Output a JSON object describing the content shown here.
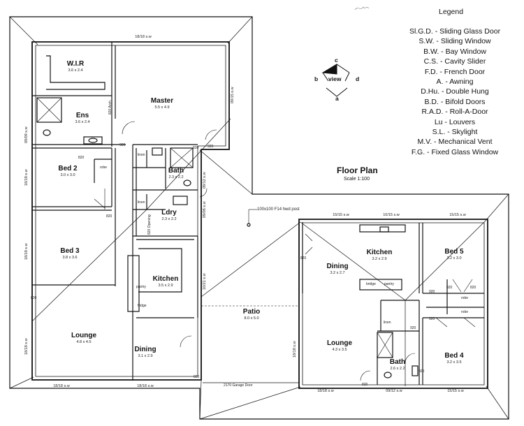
{
  "legend": {
    "title": "Legend",
    "items": [
      "Sl.G.D. - Sliding Glass Door",
      "S.W. - Sliding Window",
      "B.W. - Bay Window",
      "C.S. - Cavity Slider",
      "F.D. - French Door",
      "A. - Awning",
      "D.Hu. - Double Hung",
      "B.D. - Bifold Doors",
      "R.A.D. - Roll-A-Door",
      "Lu - Louvers",
      "S.L. - Skylight",
      "M.V. - Mechanical Vent",
      "F.G. - Fixed Glass Window"
    ]
  },
  "plan": {
    "title": "Floor Plan",
    "scale": "Scale 1:100",
    "view": {
      "label": "view",
      "a": "a",
      "b": "b",
      "c": "c",
      "d": "d"
    },
    "post_note": "100x100 F14 hwd post",
    "rooms": {
      "wir": {
        "name": "W.I.R",
        "size": "3.6 x 2.4"
      },
      "master": {
        "name": "Master",
        "size": "5.5 x 4.9"
      },
      "ens": {
        "name": "Ens",
        "size": "3.6 x 2.4"
      },
      "bed2": {
        "name": "Bed 2",
        "size": "3.0 x 3.0"
      },
      "bath1": {
        "name": "Bath",
        "size": "2.3 x 2.2"
      },
      "ldry": {
        "name": "Ldry",
        "size": "2.3 x 2.2"
      },
      "bed3": {
        "name": "Bed 3",
        "size": "3.8 x 3.6"
      },
      "kitchen1": {
        "name": "Kitchen",
        "size": "3.5 x 2.9"
      },
      "lounge1": {
        "name": "Lounge",
        "size": "4.8 x 4.5"
      },
      "dining1": {
        "name": "Dining",
        "size": "3.1 x 2.9"
      },
      "patio": {
        "name": "Patio",
        "size": "8.0 x 5.0"
      },
      "dining2": {
        "name": "Dining",
        "size": "3.2 x 2.7"
      },
      "kitchen2": {
        "name": "Kitchen",
        "size": "3.2 x 2.9"
      },
      "bed5": {
        "name": "Bed 5",
        "size": "3.2 x 3.0"
      },
      "lounge2": {
        "name": "Lounge",
        "size": "4.3 x 3.5"
      },
      "bath2": {
        "name": "Bath",
        "size": "2.6 x 2.2"
      },
      "bed4": {
        "name": "Bed 4",
        "size": "3.2 x 3.5"
      }
    },
    "fixtures": {
      "robe": "robe",
      "linen": "linen",
      "pantry": "pantry",
      "fridge": "fridge",
      "bridge": "bridge",
      "arch": "820 Arch",
      "opening": "820 Opening",
      "garage_door": "2170 Garage Door"
    },
    "window_labels": {
      "top1": "18/18 s.w",
      "left_upper": "18/18 s.w",
      "left_mid": "18/18 s.w",
      "left_lower": "18/18 s.w",
      "bottom1a": "18/18 s.w",
      "bottom1b": "18/18 s.w",
      "master_r": "09/15 s.w",
      "ens_l": "09/09 s.w",
      "bath1_r": "09/12 s.w",
      "ldry_r": "09/06 s.w",
      "kitchen1_r": "10/21 s.w",
      "top2a": "15/15 s.w",
      "top2b": "10/15 s.w",
      "top2c": "15/15 s.w",
      "lounge2_l": "18/18 s.w",
      "bottom2a": "18/18 s.w",
      "bottom2b": "09/12 s.w",
      "bottom2c": "15/15 s.w"
    },
    "door_width": "820",
    "door_width_b": "920"
  }
}
